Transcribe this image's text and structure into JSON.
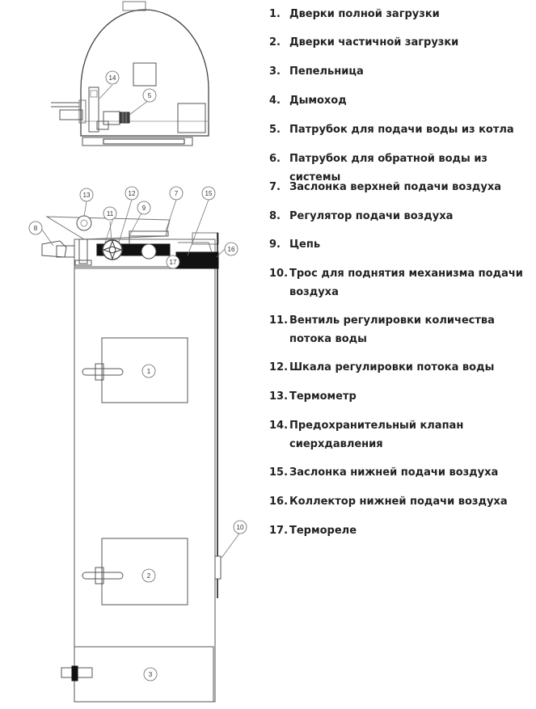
{
  "legend": [
    {
      "num": "1.",
      "text": "Дверки полной загрузки"
    },
    {
      "num": "2.",
      "text": "Дверки частичной загрузки"
    },
    {
      "num": "3.",
      "text": "Пепельница"
    },
    {
      "num": "4.",
      "text": "Дымоход"
    },
    {
      "num": "5.",
      "text": "Патрубок для подачи воды из котла"
    },
    {
      "num": "6.",
      "text": "Патрубок для обратной воды из системы"
    },
    {
      "num": "7.",
      "text": "Заслонка верхней подачи воздуха"
    },
    {
      "num": "8.",
      "text": "Регулятор подачи воздуха"
    },
    {
      "num": "9.",
      "text": "Цепь"
    },
    {
      "num": "10.",
      "text": "Трос для поднятия механизма подачи воздуха"
    },
    {
      "num": "11.",
      "text": "Вентиль регулировки количества потока воды"
    },
    {
      "num": "12.",
      "text": "Шкала регулировки потока воды"
    },
    {
      "num": "13.",
      "text": "Термометр"
    },
    {
      "num": "14.",
      "text": "Предохранительный клапан сиерхдавления"
    },
    {
      "num": "15.",
      "text": "Заслонка нижней подачи воздуха"
    },
    {
      "num": "16.",
      "text": "Коллектор нижней подачи воздуха"
    },
    {
      "num": "17.",
      "text": "Термореле"
    }
  ],
  "callouts": {
    "c1": "1",
    "c2": "2",
    "c3": "3",
    "c5": "5",
    "c7": "7",
    "c8": "8",
    "c9": "9",
    "c10": "10",
    "c11": "11",
    "c12": "12",
    "c13": "13",
    "c14": "14",
    "c15": "15",
    "c16": "16",
    "c17": "17"
  },
  "colors": {
    "line": "#555555",
    "dark": "#111111",
    "text": "#222222"
  }
}
